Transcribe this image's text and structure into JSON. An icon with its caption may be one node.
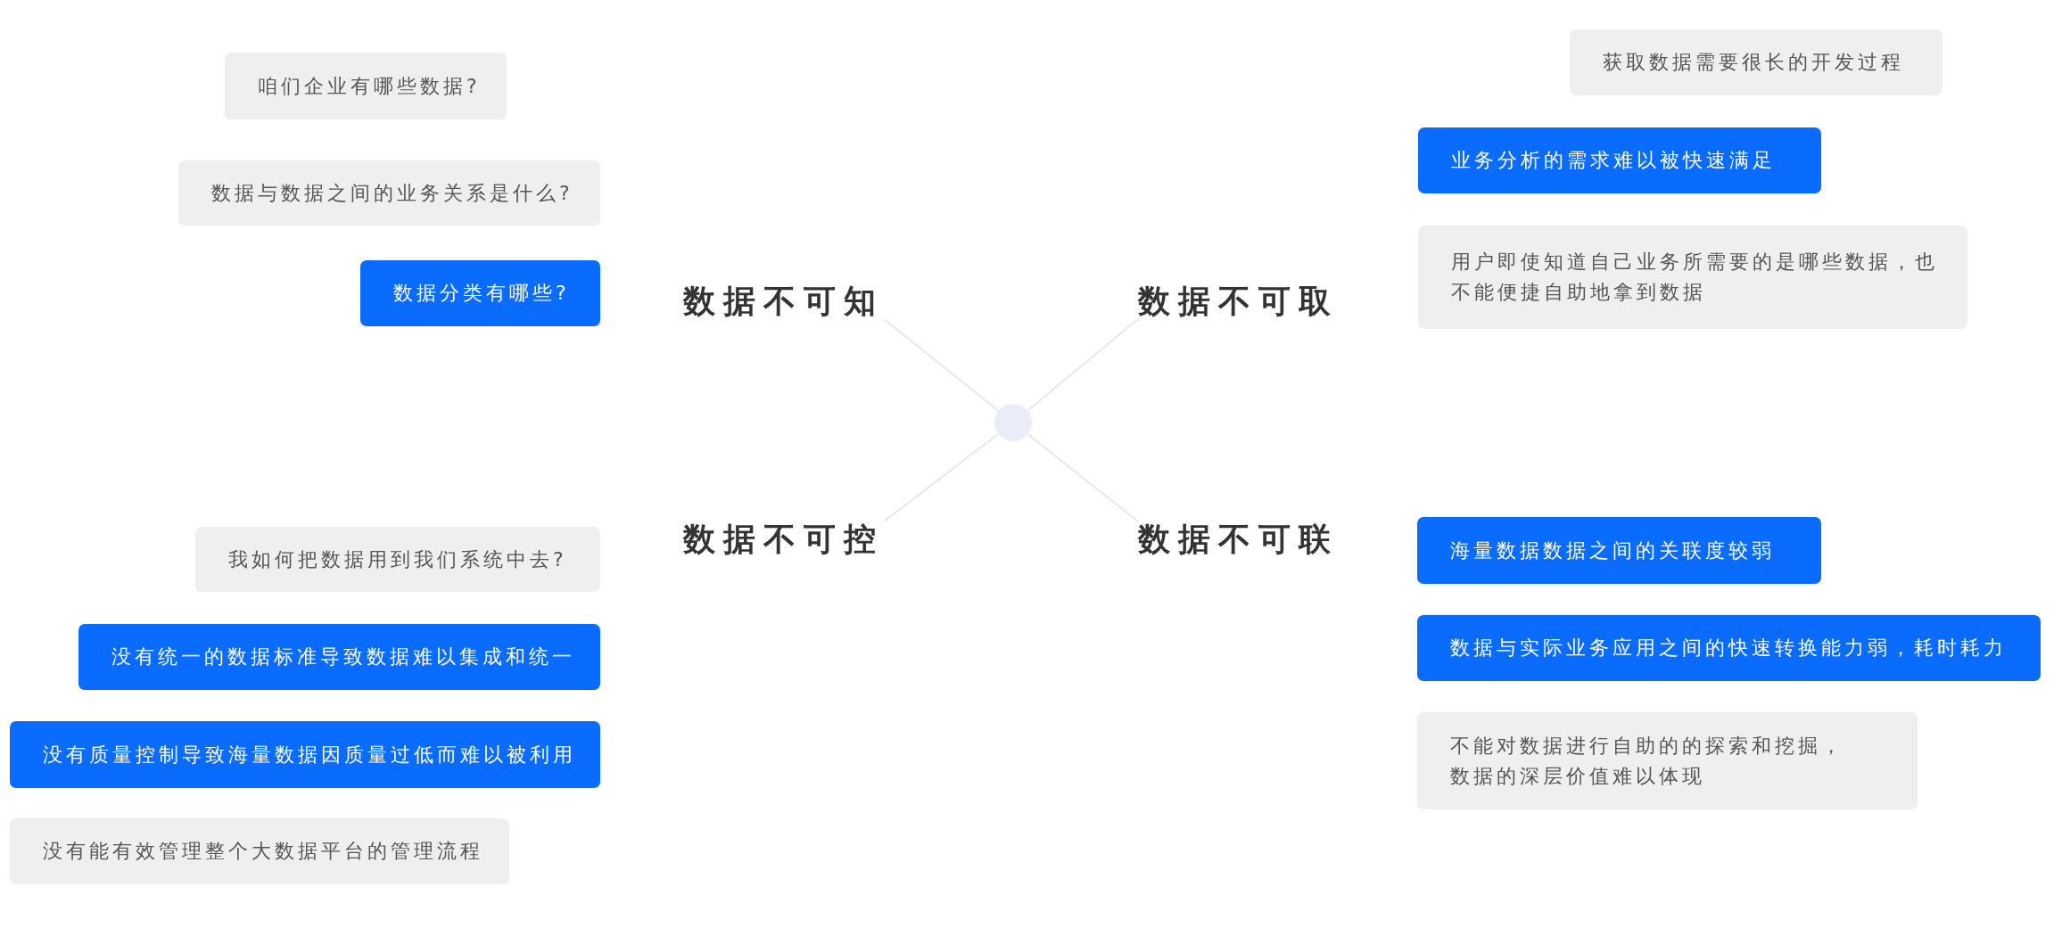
{
  "diagram": {
    "nodes": [
      {
        "text": [
          "咱们企业有哪些数据?"
        ]
      },
      {
        "text": [
          "数据与数据之间的业务关系是什么?"
        ]
      },
      {
        "text": [
          "数据分类有哪些?"
        ]
      },
      {
        "text": [
          "数据不可知"
        ]
      },
      {
        "text": [
          "数据不可取"
        ]
      },
      {
        "text": [
          "获取数据需要很长的开发过程"
        ]
      },
      {
        "text": [
          "业务分析的需求难以被快速满足"
        ]
      },
      {
        "text": [
          "用户即使知道自己业务所需要的是哪些数据，也不能便捷自助地拿到数据"
        ]
      },
      {
        "text": [],
        "shape": "circle"
      },
      {
        "text": [
          "数据不可控"
        ]
      },
      {
        "text": [
          "我如何把数据用到我们系统中去?"
        ]
      },
      {
        "text": [
          "没有统一的数据标准导致数据难以集成和统一"
        ]
      },
      {
        "text": [
          "没有质量控制导致海量数据因质量过低而难以被利用"
        ]
      },
      {
        "text": [
          "没有能有效管理整个大数据平台的管理流程"
        ]
      },
      {
        "text": [
          "数据不可联"
        ]
      },
      {
        "text": [
          "海量数据数据之间的关联度较弱"
        ]
      },
      {
        "text": [
          "数据与实际业务应用之间的快速转换能力弱，耗时耗力"
        ]
      },
      {
        "text": [
          "不能对数据进行自助的的探索和挖掘，数据的深层价值难以体现"
        ]
      }
    ],
    "edges": [
      {
        "from": 8,
        "to": 3,
        "arrow": "none"
      },
      {
        "from": 8,
        "to": 4,
        "arrow": "none"
      },
      {
        "from": 8,
        "to": 9,
        "arrow": "none"
      },
      {
        "from": 8,
        "to": 14,
        "arrow": "none"
      }
    ]
  }
}
